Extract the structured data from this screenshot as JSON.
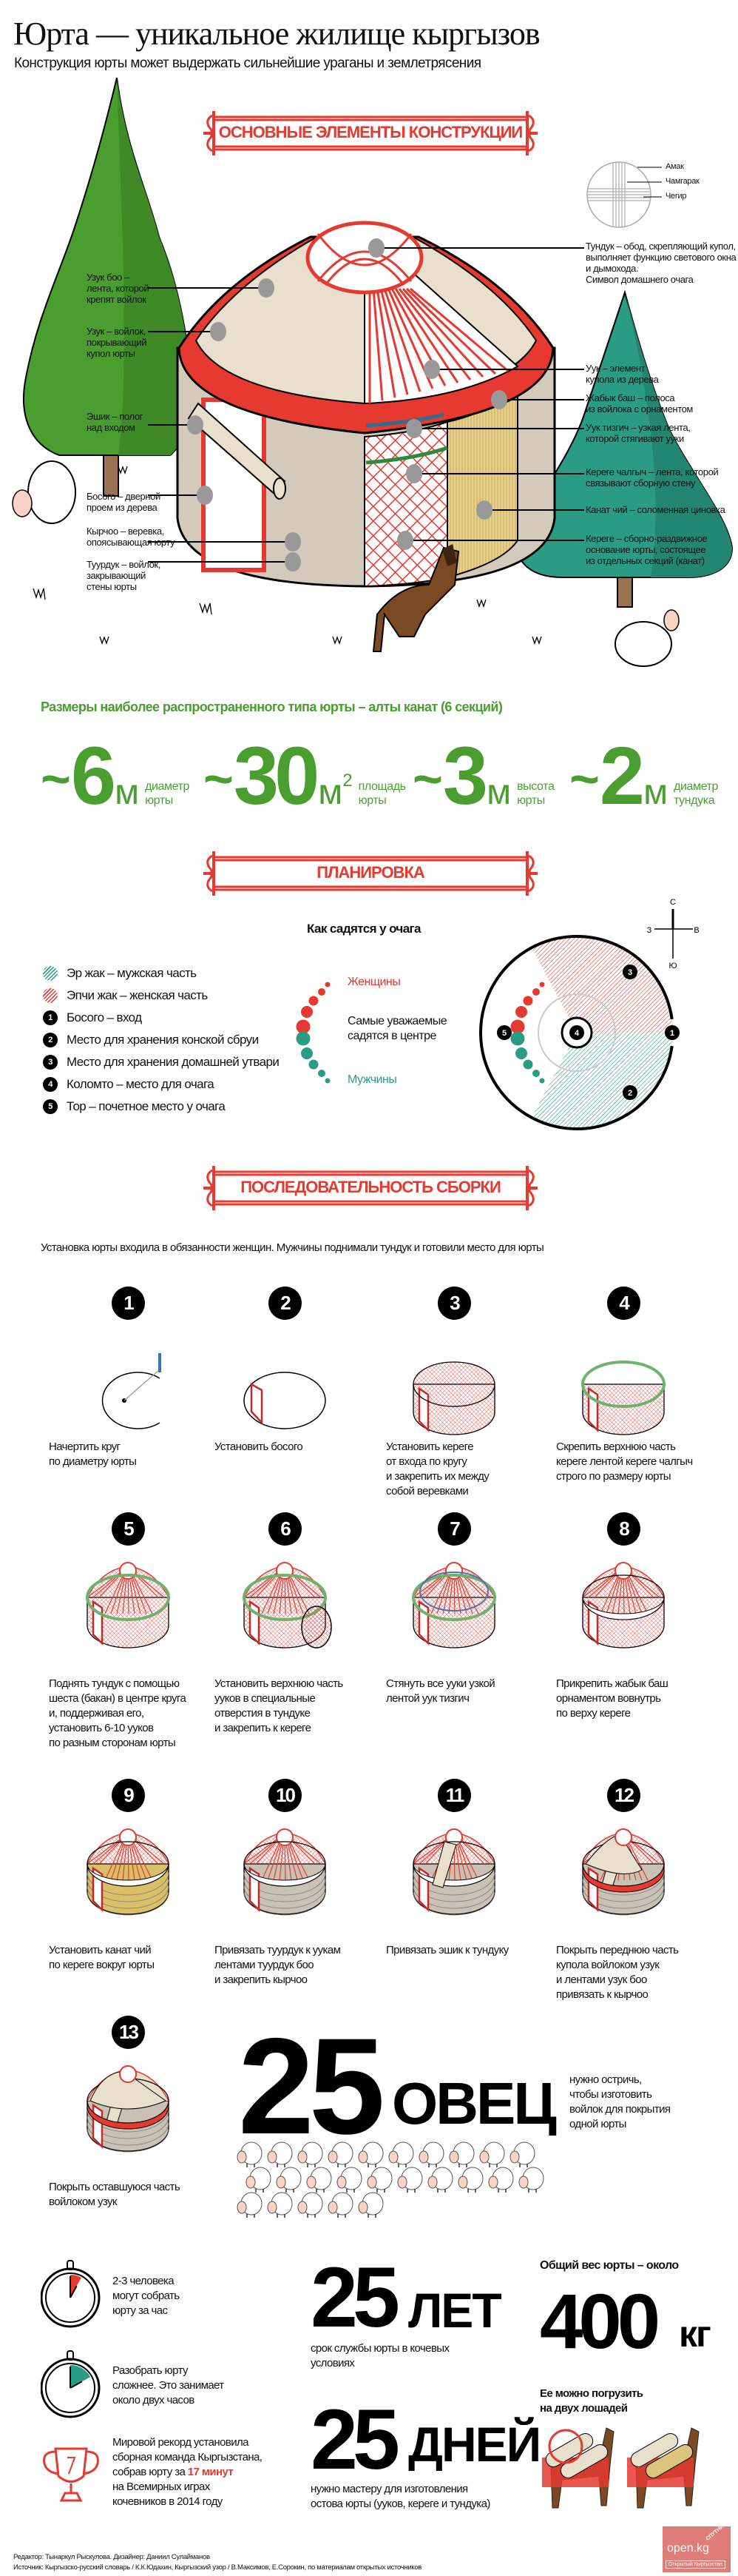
{
  "header": {
    "title": "Юрта — уникальное жилище кыргызов",
    "subtitle": "Конструкция юрты может выдержать сильнейшие ураганы и землетрясения"
  },
  "sections": {
    "elements": "ОСНОВНЫЕ ЭЛЕМЕНТЫ КОНСТРУКЦИИ",
    "layout": "ПЛАНИРОВКА",
    "assembly": "ПОСЛЕДОВАТЕЛЬНОСТЬ СБОРКИ"
  },
  "tunduk_parts": [
    "Амак",
    "Чамгарак",
    "Чегир"
  ],
  "labels_left": [
    "Узук боо –\nлента, которой\nкрепят войлок",
    "Узук – войлок,\nпокрывающий\nкупол юрты",
    "Эшик – полог\nнад входом",
    "Босого – дверной\nпроем из дерева",
    "Кырчоо – веревка,\nопоясывающая юрту",
    "Туурдук – войлок,\nзакрывающий\nстены юрты"
  ],
  "labels_right": [
    "Тундук – обод, скрепляющий купол,\nвыполняет функцию светового окна\nи дымохода.\nСимвол домашнего очага",
    "Уук – элемент\nкупола из дерева",
    "Жабык баш – полоса\nиз войлока с орнаментом",
    "Уук тизгич – узкая лента,\nкоторой стягивают ууки",
    "Кереге чалгыч – лента, которой\nсвязывают сборную стену",
    "Канат чий – соломенная циновка",
    "Кереге – сборно-раздвижное\nоснование юрты, состоящее\nиз отдельных секций (канат)"
  ],
  "sizes": {
    "heading": "Размеры наиболее распространенного типа юрты – алты канат (6 секций)",
    "items": [
      {
        "prefix": "~",
        "value": "6",
        "unit": "м",
        "sup": "",
        "caption": "диаметр\nюрты"
      },
      {
        "prefix": "~",
        "value": "30",
        "unit": "м",
        "sup": "2",
        "caption": "площадь\nюрты"
      },
      {
        "prefix": "~",
        "value": "3",
        "unit": "м",
        "sup": "",
        "caption": "высота\nюрты"
      },
      {
        "prefix": "~",
        "value": "2",
        "unit": "м",
        "sup": "",
        "caption": "диаметр\nтундука"
      }
    ]
  },
  "layout": {
    "compass": {
      "n": "С",
      "w": "З",
      "e": "В",
      "s": "Ю"
    },
    "seating_title": "Как садятся у очага",
    "women": "Женщины",
    "men": "Мужчины",
    "center_note": "Самые уважаемые\nсадятся в центре",
    "legend": [
      {
        "marker": "teal-hatch",
        "label": "Эр жак – мужская часть"
      },
      {
        "marker": "red-hatch",
        "label": "Эпчи жак – женская часть"
      },
      {
        "marker": "1",
        "label": "Босого – вход"
      },
      {
        "marker": "2",
        "label": "Место для хранения конской сбруи"
      },
      {
        "marker": "3",
        "label": "Место для хранения домашней утвари"
      },
      {
        "marker": "4",
        "label": "Коломто – место для очага"
      },
      {
        "marker": "5",
        "label": "Тор – почетное место у очага"
      }
    ],
    "plan_numbers": [
      "1",
      "2",
      "3",
      "4",
      "5"
    ]
  },
  "assembly": {
    "intro": "Установка юрты входила в обязанности женщин. Мужчины поднимали тундук и готовили место для юрты",
    "steps": [
      {
        "n": "1",
        "caption": "Начертить круг\nпо диаметру юрты"
      },
      {
        "n": "2",
        "caption": "Установить босого"
      },
      {
        "n": "3",
        "caption": "Установить кереге\nот входа по кругу\nи закрепить их между\nсобой веревками"
      },
      {
        "n": "4",
        "caption": "Скрепить верхнюю часть\nкереге лентой кереге чалгыч\nстрого по размеру юрты"
      },
      {
        "n": "5",
        "caption": "Поднять тундук с помощью\nшеста (бакан) в центре круга\nи, поддерживая его,\nустановить 6-10 ууков\nпо разным сторонам юрты"
      },
      {
        "n": "6",
        "caption": "Установить верхнюю часть\nууков в специальные\nотверстия в тундуке\nи закрепить к кереге"
      },
      {
        "n": "7",
        "caption": "Стянуть все ууки узкой\nлентой уук тизгич"
      },
      {
        "n": "8",
        "caption": "Прикрепить жабык баш\nорнаментом вовнутрь\nпо верху кереге"
      },
      {
        "n": "9",
        "caption": "Установить канат чий\nпо кереге вокруг юрты"
      },
      {
        "n": "10",
        "caption": "Привязать туурдук к уукам\nлентами туурдук боо\nи закрепить кырчоо"
      },
      {
        "n": "11",
        "caption": "Привязать эшик к тундуку"
      },
      {
        "n": "12",
        "caption": "Покрыть переднюю часть\nкупола войлоком узук\nи лентами узук боо\nпривязать к кырчоо"
      },
      {
        "n": "13",
        "caption": "Покрыть оставшуюся часть\nвойлоком узук"
      }
    ]
  },
  "facts": {
    "sheep_number": "25",
    "sheep_word": "ОВЕЦ",
    "sheep_count": 25,
    "sheep_text": "нужно остричь,\nчтобы изготовить\nвойлок для покрытия\nодной юрты",
    "assemble_text": "2-3 человека\nмогут собрать\nюрту за час",
    "disassemble_text": "Разобрать юрту\nсложнее. Это занимает\nоколо двух часов",
    "record_text_1": "Мировой рекорд установила\nсборная команда Кыргызстана,\nсобрав юрту за ",
    "record_highlight": "17 минут",
    "record_text_2": "\nна Всемирных играх\nкочевников в 2014 году",
    "years_number": "25",
    "years_word": "ЛЕТ",
    "years_text": "срок службы юрты в кочевых\nусловиях",
    "days_number": "25",
    "days_word": "ДНЕЙ",
    "days_text": "нужно мастеру для изготовления\nостова юрты (ууков, кереге и тундука)",
    "weight_heading": "Общий вес юрты – около",
    "weight_number": "400",
    "weight_unit": "кг",
    "horses_text": "Ее можно погрузить\nна двух лошадей"
  },
  "footer": {
    "credits": "Редактор: Тынаркул Рыскулова. Дизайнер: Даниил Сулайманов",
    "sources": "Источник: Кыргызско-русский словарь / К.К.Юдахин, Кыргызский узор / В.Максимов, Е.Сорокин, по материалам открытых источников",
    "logo": "open.kg",
    "logo_sub": "Открытый Кыргызстан",
    "logo_ribbon": "СПУТНИК"
  },
  "colors": {
    "red": "#e63a30",
    "green": "#4a9e2f",
    "teal": "#2a9c84",
    "felt": "#e8dfcc",
    "grey": "#cfc8ba",
    "straw": "#dcc57a"
  }
}
